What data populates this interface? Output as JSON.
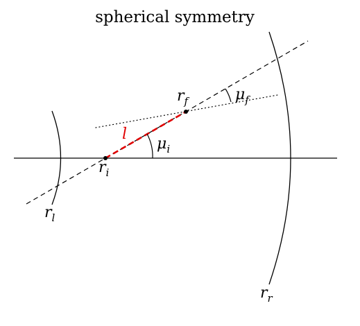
{
  "title": "spherical symmetry",
  "labels": {
    "r_f": {
      "base": "r",
      "sub": "f"
    },
    "r_i": {
      "base": "r",
      "sub": "i"
    },
    "r_l": {
      "base": "r",
      "sub": "l"
    },
    "r_r": {
      "base": "r",
      "sub": "r"
    },
    "mu_i": {
      "base": "μ",
      "sub": "i"
    },
    "mu_f": {
      "base": "μ",
      "sub": "f"
    },
    "path_length": "l"
  },
  "colors": {
    "line": "#000000",
    "path_segment": "#e00000",
    "background": "#ffffff"
  }
}
